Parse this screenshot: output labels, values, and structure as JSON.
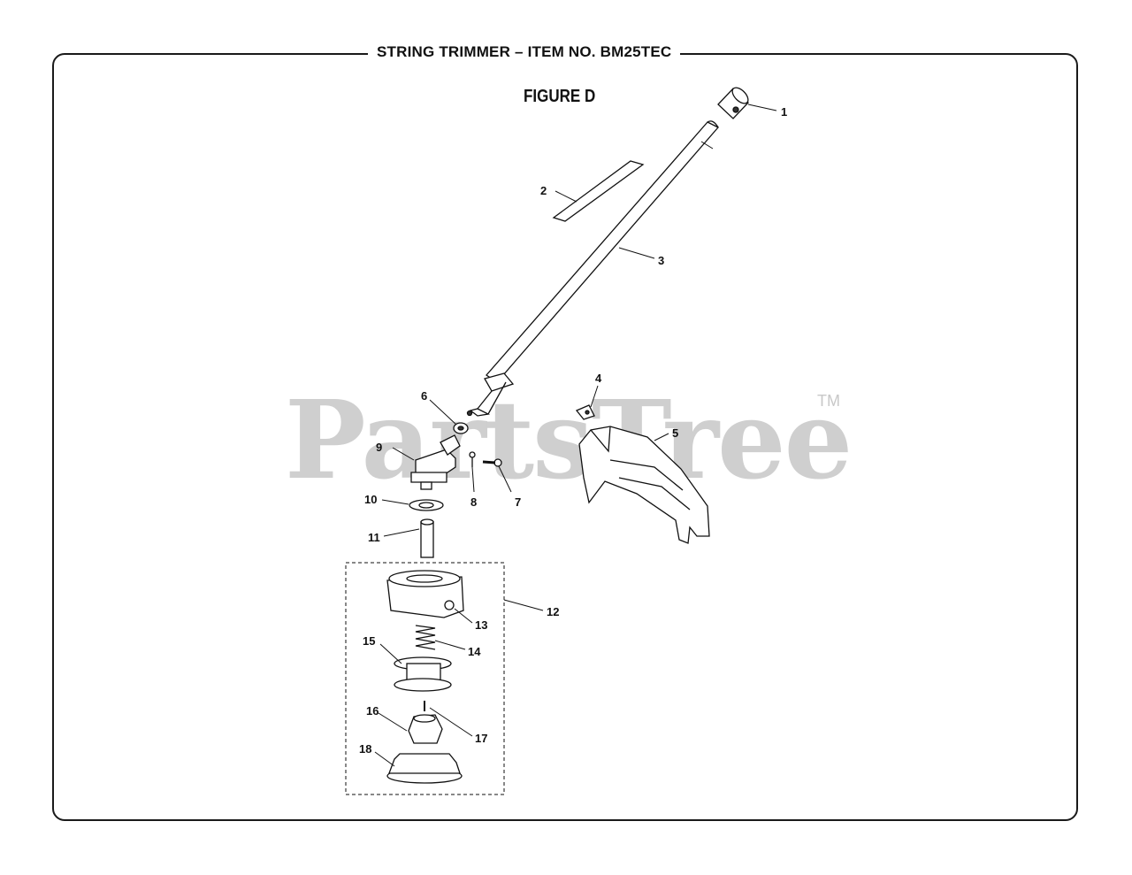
{
  "header": {
    "title": "STRING TRIMMER – ITEM NO. BM25TEC"
  },
  "figure": {
    "label": "FIGURE D"
  },
  "watermark": {
    "text": "PartsTree",
    "tm": "TM"
  },
  "callouts": [
    "1",
    "2",
    "3",
    "4",
    "5",
    "6",
    "7",
    "8",
    "9",
    "10",
    "11",
    "12",
    "13",
    "14",
    "15",
    "16",
    "17",
    "18"
  ]
}
